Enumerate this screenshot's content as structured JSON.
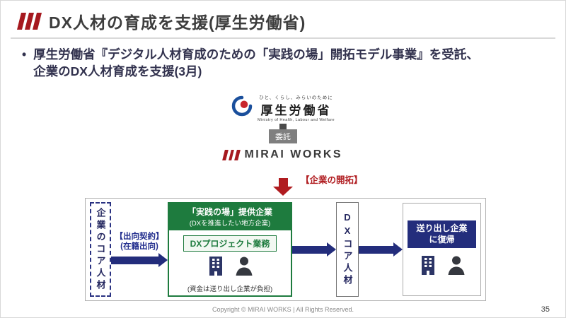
{
  "header": {
    "title": "DX人材の育成を支援(厚生労働省)"
  },
  "bullet": {
    "marker": "•",
    "line1": "厚生労働省『デジタル人材育成のための「実践の場」開拓モデル事業』を受託、",
    "line2": "企業のDX人材育成を支援(3月)"
  },
  "mhlw_logo": {
    "tagline": "ひと、くらし、みらいのために",
    "name": "厚生労働省",
    "subtitle_en": "Ministry of Health, Labour and Welfare"
  },
  "flow": {
    "delegation_badge": "委託",
    "mirai_logo_text": "MIRAI WORKS",
    "development_label": "【企業の開拓】"
  },
  "diagram": {
    "source_company": "企業のコア人材",
    "secondment": {
      "line1": "【出向契約】",
      "line2": "(在籍出向)"
    },
    "practice_company": {
      "header_line1": "「実践の場」提供企業",
      "header_line2": "(DXを推進したい地方企業)",
      "project_label": "DXプロジェクト業務",
      "funding_note": "(資金は送り出し企業が負担)"
    },
    "dx_talent": "DXコア人材",
    "return_company": {
      "line1": "送り出し企業",
      "line2": "に復帰"
    }
  },
  "footer": {
    "copyright": "Copyright © MIRAI WORKS | All Rights Reserved.",
    "page": "35"
  },
  "colors": {
    "accent_red": "#A6191F",
    "navy": "#232D7C",
    "green": "#1E7B3E",
    "badge_gray": "#7F7F7F"
  }
}
